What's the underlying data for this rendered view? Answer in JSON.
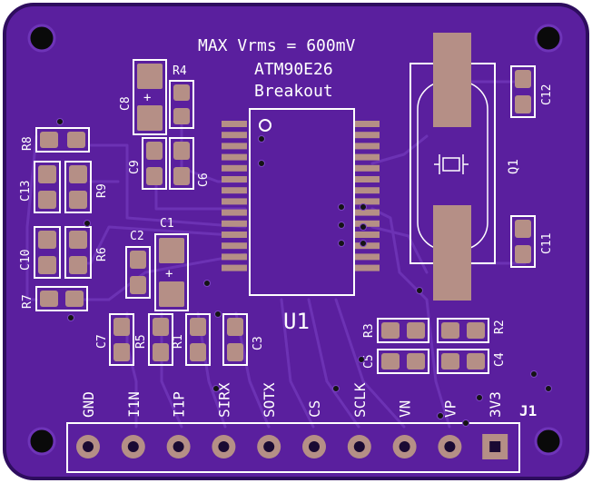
{
  "board": {
    "notes": [
      "MAX Vrms = 600mV",
      "ATM90E26",
      "Breakout"
    ],
    "colors": {
      "background": "#ffffff",
      "pcb": "#5a1f9e",
      "pcb_edge": "#2e0d5e",
      "trace": "#6c32b4",
      "pad": "#b58f86",
      "silk": "#ffffff",
      "hole": "#0a0a0a",
      "via": "#141414"
    }
  },
  "ic": {
    "ref": "U1"
  },
  "crystal": {
    "ref": "Q1"
  },
  "connector": {
    "ref": "J1",
    "pins": [
      "GND",
      "I1N",
      "I1P",
      "SIRX",
      "SOTX",
      "CS",
      "SCLK",
      "VN",
      "VP",
      "3V3"
    ]
  },
  "components": {
    "R4": "R4",
    "C8": "C8",
    "C9": "C9",
    "C6": "C6",
    "R8": "R8",
    "C13": "C13",
    "R9": "R9",
    "C10": "C10",
    "R6": "R6",
    "R7": "R7",
    "C2": "C2",
    "C1": "C1",
    "C7": "C7",
    "R5": "R5",
    "R1": "R1",
    "C3": "C3",
    "C12": "C12",
    "C11": "C11",
    "R3": "R3",
    "R2": "R2",
    "C5": "C5",
    "C4": "C4"
  },
  "polarity": {
    "c8": "+",
    "c1": "+"
  }
}
